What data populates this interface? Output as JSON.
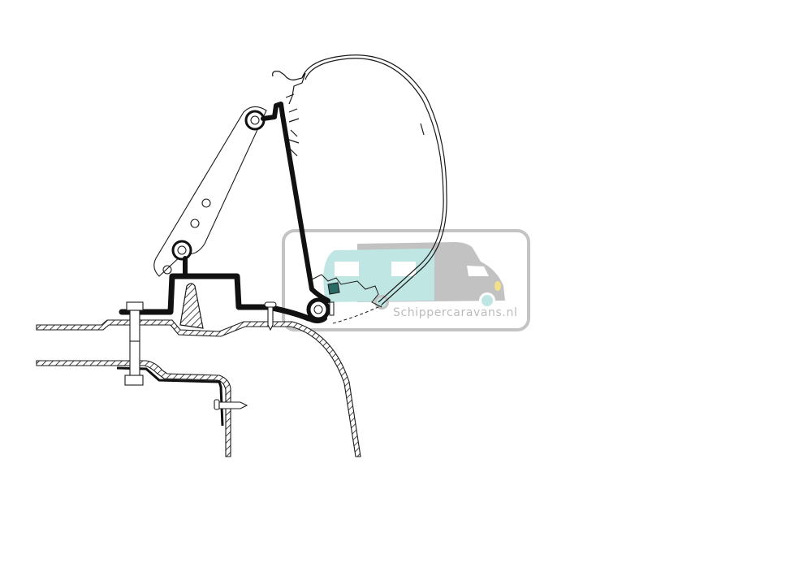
{
  "diagram": {
    "subject": "awning adapter bracket mounted on vehicle roof edge (cross-section)",
    "parts": [
      "awning-case-profile",
      "adapter-arm-with-holes",
      "upper-pivot-bolt",
      "lower-pivot-bolt",
      "black-bracket-profile",
      "hatched-support-wedge",
      "roof-panel-outer",
      "roof-panel-inner",
      "through-bolt-with-nuts",
      "side-wall-rivet",
      "screw-at-roof-edge",
      "hinge-hook-at-bracket-end"
    ],
    "colors": {
      "line": "#1a1a1a",
      "fill_black": "#111111",
      "background": "#ffffff"
    }
  },
  "watermark": {
    "text": "Schippercaravans.nl",
    "frame_color": "#c4c4c4",
    "caravan_color": "#bfe6e2",
    "camper_color": "#c2c2c2",
    "headlight_color": "#f3e08a",
    "wheel_color": "#bfe6e2"
  }
}
